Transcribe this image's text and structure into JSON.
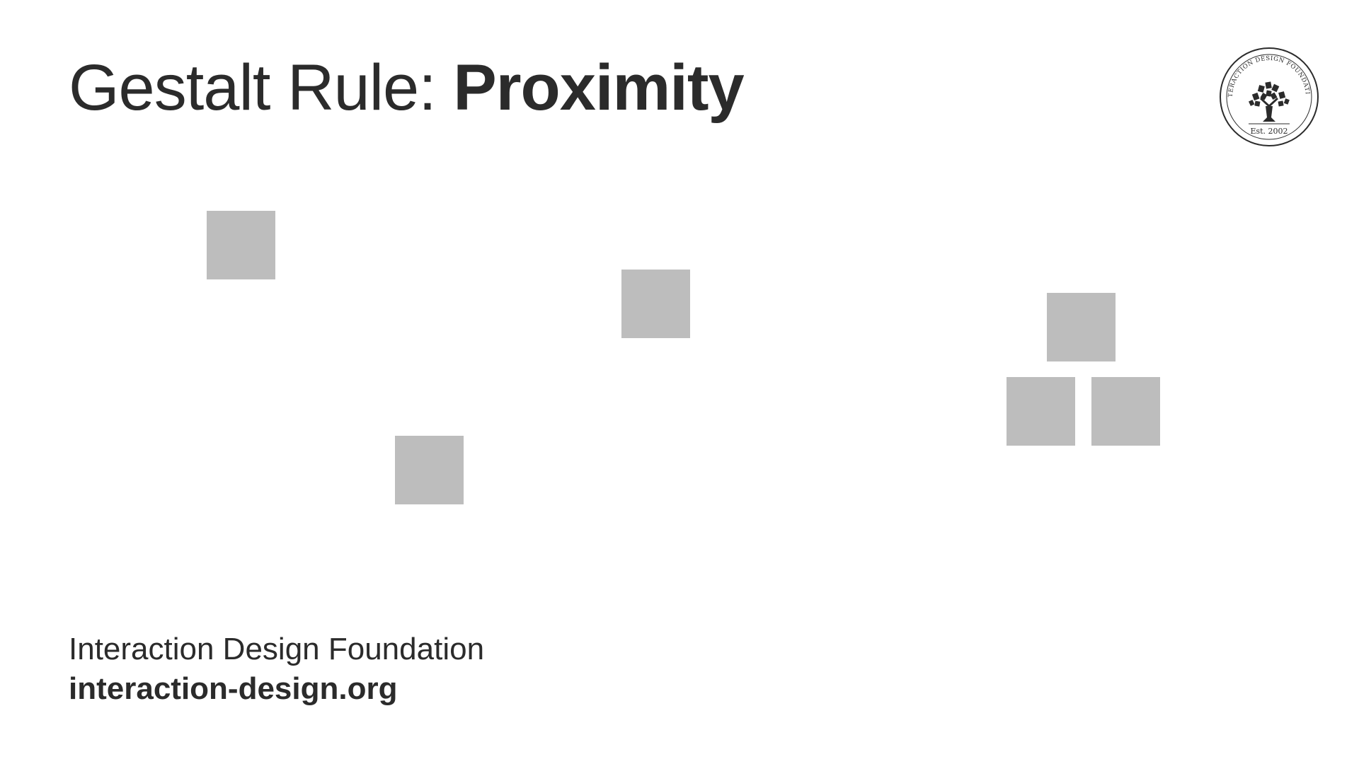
{
  "header": {
    "title_regular": "Gestalt Rule: ",
    "title_bold": "Proximity"
  },
  "logo": {
    "ring_text": "INTERACTION DESIGN FOUNDATION",
    "established": "Est. 2002",
    "icon": "tree-icon"
  },
  "diagram": {
    "square_color": "#bdbdbd",
    "groups": [
      {
        "name": "scattered",
        "count": 3
      },
      {
        "name": "grouped",
        "count": 3
      }
    ]
  },
  "footer": {
    "organization": "Interaction Design Foundation",
    "url": "interaction-design.org"
  }
}
